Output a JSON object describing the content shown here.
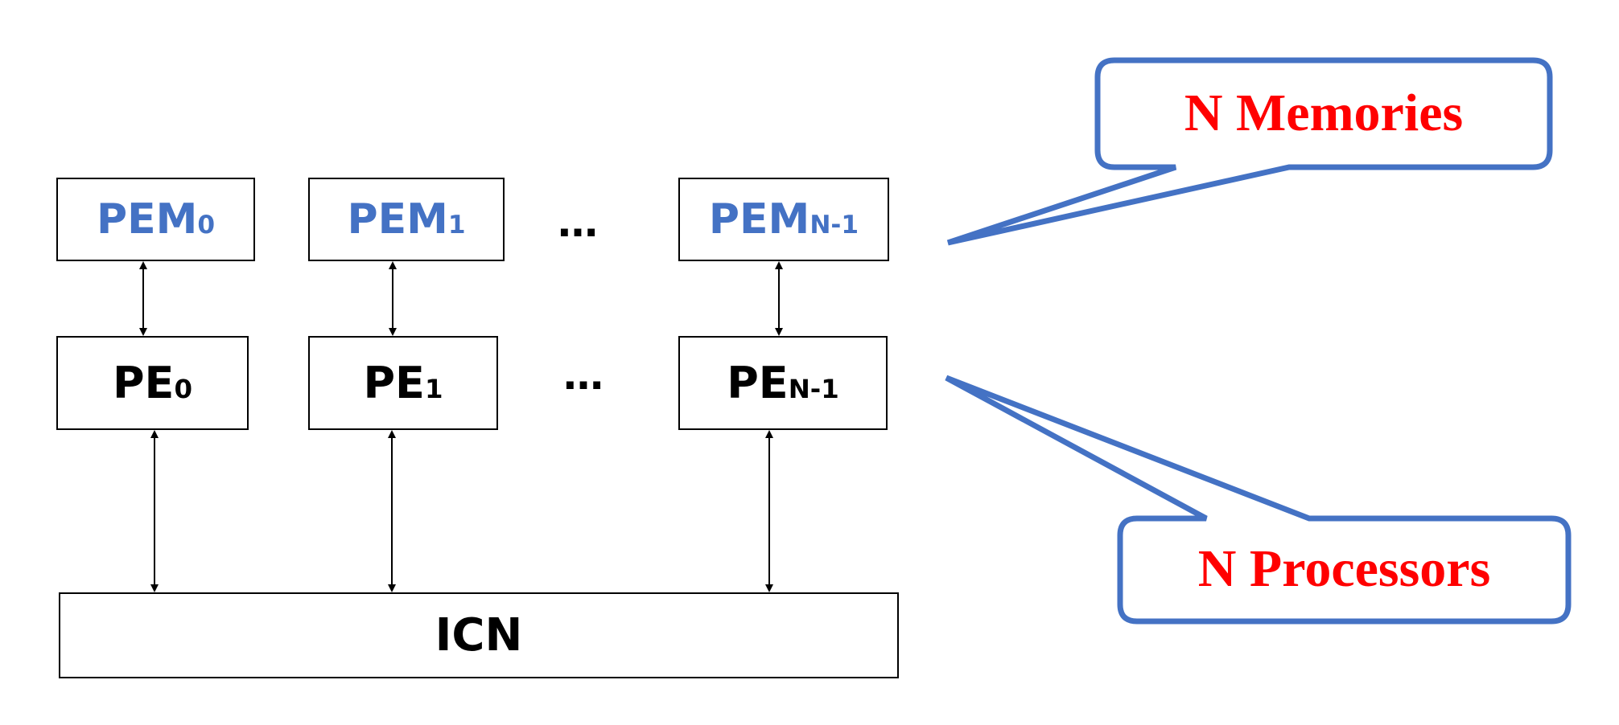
{
  "memories": {
    "pem0": {
      "base": "PEM",
      "sub": "0"
    },
    "pem1": {
      "base": "PEM",
      "sub": "1"
    },
    "pemn": {
      "base": "PEM",
      "sub": "N-1"
    },
    "ellipsis": "…"
  },
  "processors": {
    "pe0": {
      "base": "PE",
      "sub": "0"
    },
    "pe1": {
      "base": "PE",
      "sub": "1"
    },
    "pen": {
      "base": "PE",
      "sub": "N-1"
    },
    "ellipsis": "…"
  },
  "network": {
    "label": "ICN"
  },
  "callouts": {
    "memories": "N Memories",
    "processors": "N Processors"
  },
  "colors": {
    "memory_text": "#4472c4",
    "callout_border": "#4472c4",
    "callout_text": "#ff0000",
    "box_border": "#000000"
  }
}
